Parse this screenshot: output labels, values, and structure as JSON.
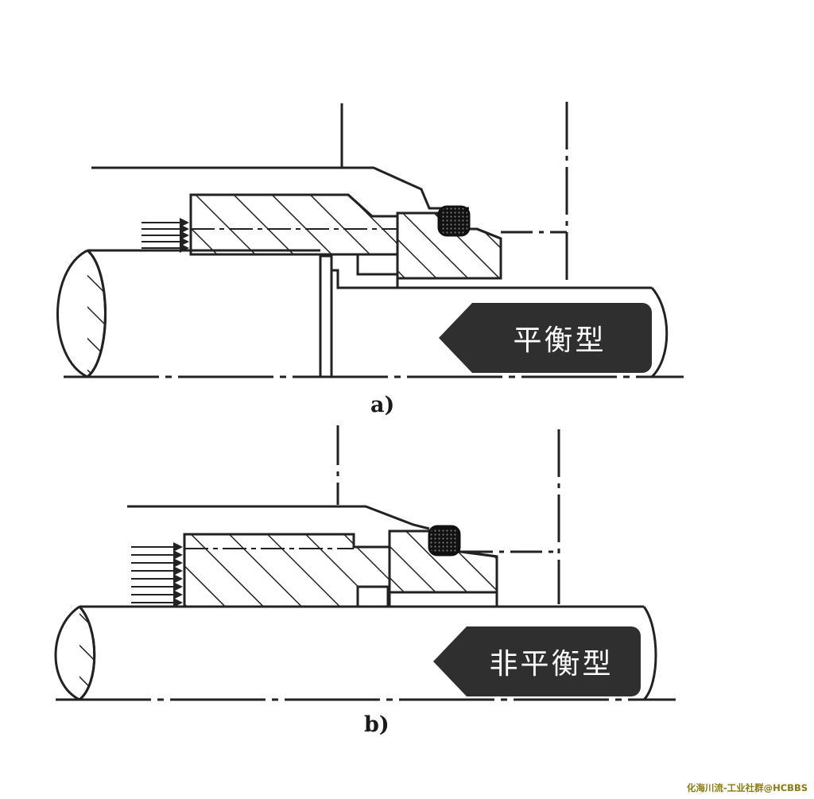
{
  "diagram_a": {
    "caption": "a)",
    "tag": "平衡型"
  },
  "diagram_b": {
    "caption": "b)",
    "tag": "非平衡型"
  },
  "watermark": "化海川流-工业社群@HCBBS"
}
